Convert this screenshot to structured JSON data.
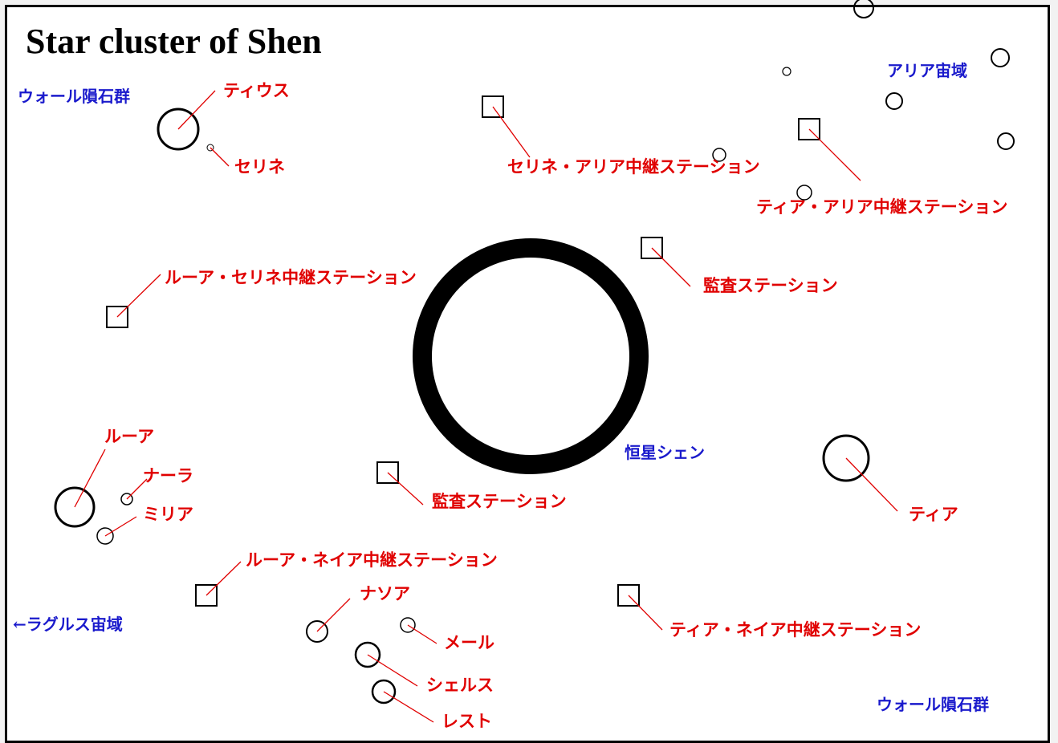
{
  "title": "Star cluster of Shen",
  "colors": {
    "body_label": "#e00000",
    "region_label": "#1a1acc",
    "outline": "#000000"
  },
  "regions": [
    "ウォール隕石群",
    "アリア宙域",
    "恒星シェン",
    "←ラグルス宙域",
    "ウォール隕石群"
  ],
  "bodies": [
    "ティウス",
    "セリネ",
    "セリネ・アリア中継ステーション",
    "ティア・アリア中継ステーション",
    "ルーア・セリネ中継ステーション",
    "監査ステーション",
    "ルーア",
    "ナーラ",
    "ミリア",
    "監査ステーション",
    "ティア",
    "ルーア・ネイア中継ステーション",
    "ナソア",
    "メール",
    "ティア・ネイア中継ステーション",
    "シェルス",
    "レスト"
  ]
}
